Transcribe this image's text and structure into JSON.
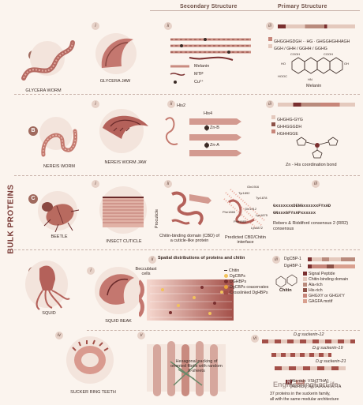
{
  "headers": {
    "secondary": "Secondary Structure",
    "primary": "Primary Structure"
  },
  "side_label": "BULK PROTEINS",
  "rows": [
    {
      "letter": "A",
      "organism": "GLYCERA WORM",
      "i_label": "GLYCERA JAW",
      "secondary_labels": [
        "Melanin",
        "MTP",
        "Cu²⁺"
      ],
      "primary_lines": [
        "GHGGHGDGH ·· HG · GHGGHGHHAGH",
        "GGH / GHH / GGHH / GGHG"
      ],
      "primary_caption": "Melanin",
      "chem_labels": [
        "COOH",
        "COOH",
        "HOOC",
        "HO",
        "OH",
        "HN"
      ]
    },
    {
      "letter": "B",
      "organism": "NEREIS WORM",
      "i_label": "NEREIS WORM JAW",
      "secondary_labels": [
        "His2",
        "His4",
        "Zn-B",
        "Zn-A"
      ],
      "primary_lines": [
        "GHGHG-GYG",
        "GHHGGGDH",
        "HGHHGGE"
      ],
      "primary_caption": "Zn - His coordination bond"
    },
    {
      "letter": "C",
      "organism": "BEETLE",
      "i_label": "INSECT CUTICLE",
      "secondary_caption_1": "Chitin-binding domain (CBD) of a cuticle-like protein",
      "secondary_caption_2": "Predicted CBD/Chitin interface",
      "secondary_side": "Procuticle",
      "residues": [
        "Gln1916",
        "Tyr1892",
        "Tyr1878",
        "Phe1865",
        "Gln1912",
        "Lys1875",
        "Phe1883",
        "Lys1872"
      ],
      "primary_lines": [
        "GxxxxxxxDENGxxxxxxFYxAD",
        "GNxxxGFYxAPxxxxxx"
      ],
      "primary_caption": "Rebers & Riddiford consensus 2 (RR2) consensus"
    },
    {
      "letter": "D",
      "organism": "SQUID",
      "i_label": "SQUID BEAK",
      "ii_title": "Spatial distributions of proteins and chitin",
      "cell_label": "Beccublast cells",
      "legend": [
        "Chitin",
        "DgCBPs",
        "DGHBPs",
        "DgCBPs coacervates",
        "Crosslinked DgHBPs"
      ],
      "genes": [
        "DgCBP-1",
        "DgHBP-1"
      ],
      "chitin_label": "Chitin",
      "domains": [
        {
          "label": "Signal Peptide",
          "color": "#7a2f2f"
        },
        {
          "label": "Chitin-binding domain",
          "color": "#e4c9bd"
        },
        {
          "label": "Ala-rich",
          "color": "#b98b7d"
        },
        {
          "label": "His-rich",
          "color": "#8c5147"
        },
        {
          "label": "GHGXY or GHGX′Y",
          "color": "#c7867a"
        },
        {
          "label": "GAGFA motif",
          "color": "#d9a08f"
        }
      ]
    },
    {
      "roman": "iv",
      "i_label": "SUCKER RING TEETH",
      "v_label": "Hexagonal packing of oriented fibrils with random ß-sheets",
      "vi_labels": [
        "D.g suckerin-12",
        "D.g suckerin-19",
        "D.g suckerin-21"
      ],
      "vi_tags": [
        "M",
        "M2"
      ],
      "vi_text": [
        "[Ala-rich: VSHTTHA];",
        "[Ala-rich]: AATA/AAAT/ATTA",
        "37 proteins in the suckerin family,",
        "all with the same modular architecture"
      ]
    }
  ],
  "roman_labels": [
    "i",
    "ii",
    "iii"
  ],
  "watermark": "EngineeringForLife",
  "colors": {
    "accent": "#7a3b37",
    "paper": "#fbf4ee",
    "rose": "#c98b80",
    "dark": "#6a2a2a"
  }
}
